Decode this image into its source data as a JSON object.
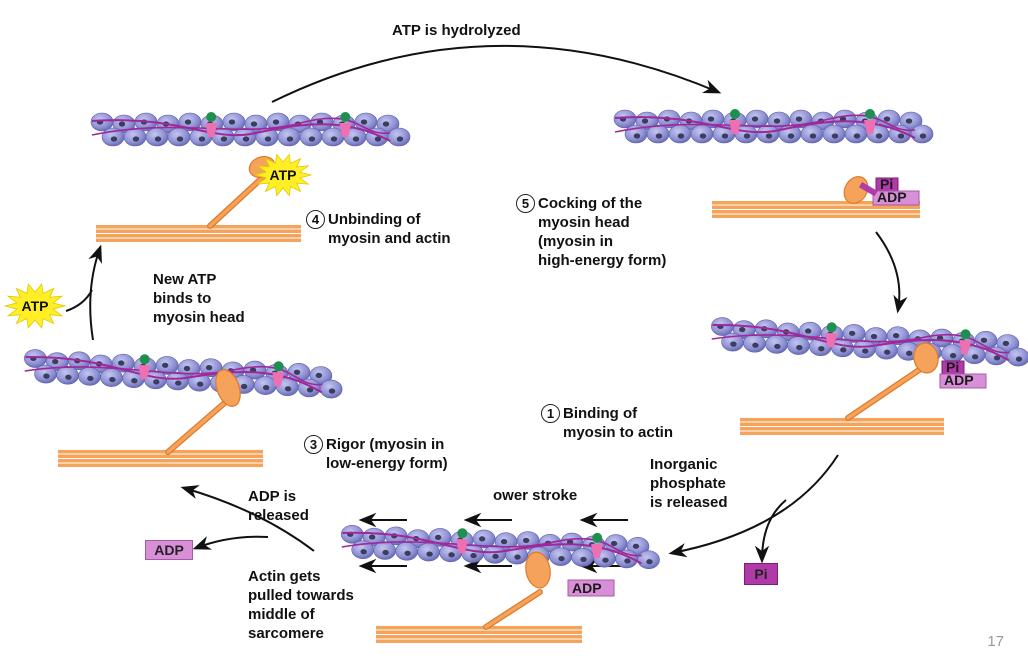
{
  "title": "Cross-bridge cycle",
  "colors": {
    "actin_bead": "#8e90d4",
    "actin_nucleus": "#3a3d5c",
    "tropomyosin": "#a0289a",
    "troponin_green": "#1f8f4f",
    "troponin_pink": "#ee6fb2",
    "myosin": "#f5a25a",
    "myosin_dark": "#e07a2a",
    "atp_star": "#ffef24",
    "pi_box": "#b03aa8",
    "adp_box": "#d98fd8",
    "arrow": "#111111"
  },
  "labels": {
    "atp_hydrolyzed": "ATP is hydrolyzed",
    "new_atp": [
      "New ATP",
      "binds to",
      "myosin head"
    ],
    "adp_released": [
      "ADP is",
      "released"
    ],
    "actin_pulled": [
      "Actin gets",
      "pulled towards",
      "middle of",
      "sarcomere"
    ],
    "power_stroke": "ower stroke",
    "pi_released": [
      "Inorganic",
      "phosphate",
      "is released"
    ]
  },
  "steps": [
    {
      "number": "1",
      "lines": [
        "Binding of",
        "myosin to actin"
      ]
    },
    {
      "number": "3",
      "lines": [
        "Rigor (myosin in",
        "low-energy form)"
      ]
    },
    {
      "number": "4",
      "lines": [
        "Unbinding of",
        "myosin and actin"
      ]
    },
    {
      "number": "5",
      "lines": [
        "Cocking of the",
        "myosin head",
        "(myosin in",
        "high-energy form)"
      ]
    }
  ],
  "molecules": {
    "atp": "ATP",
    "adp": "ADP",
    "pi": "Pi"
  },
  "page_number": "17"
}
